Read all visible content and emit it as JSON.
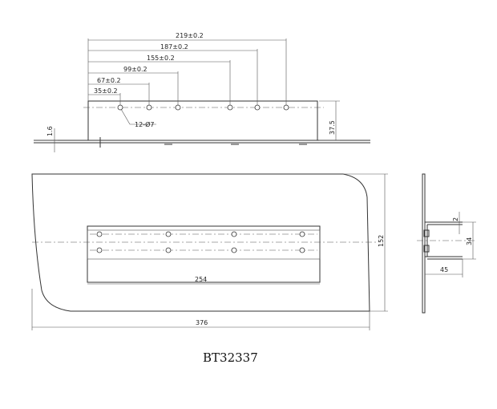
{
  "dimensions": {
    "d219": "219±0.2",
    "d187": "187±0.2",
    "d155": "155±0.2",
    "d99": "99±0.2",
    "d67": "67±0.2",
    "d35": "35±0.2",
    "holes": "12-Ø7",
    "thickness_small": "1.6",
    "height_375": "37.5",
    "length_254": "254",
    "length_376": "376",
    "height_152": "152",
    "side_2": "2",
    "side_34": "34",
    "side_45": "45"
  },
  "title": "BT32337"
}
